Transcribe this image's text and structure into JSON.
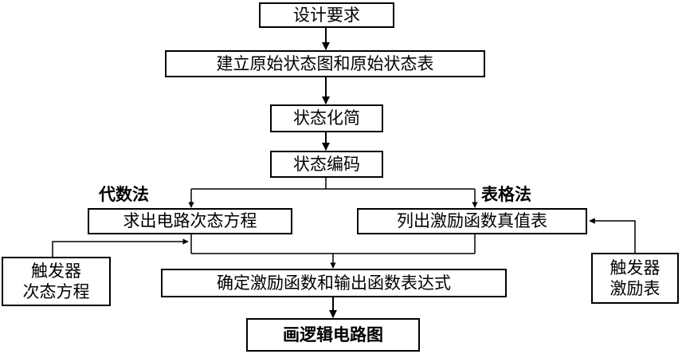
{
  "flow": {
    "design_requirements": "设计要求",
    "build_state_diagram": "建立原始状态图和原始状态表",
    "state_reduction": "状态化简",
    "state_encoding": "状态编码",
    "algebraic_method": "代数法",
    "table_method": "表格法",
    "next_state_equations": "求出电路次态方程",
    "excitation_truth_table": "列出激励函数真值表",
    "trigger_next_state_line1": "触发器",
    "trigger_next_state_line2": "次态方程",
    "trigger_excitation_line1": "触发器",
    "trigger_excitation_line2": "激励表",
    "determine_expressions": "确定激励函数和输出函数表达式",
    "draw_logic_circuit": "画逻辑电路图"
  }
}
